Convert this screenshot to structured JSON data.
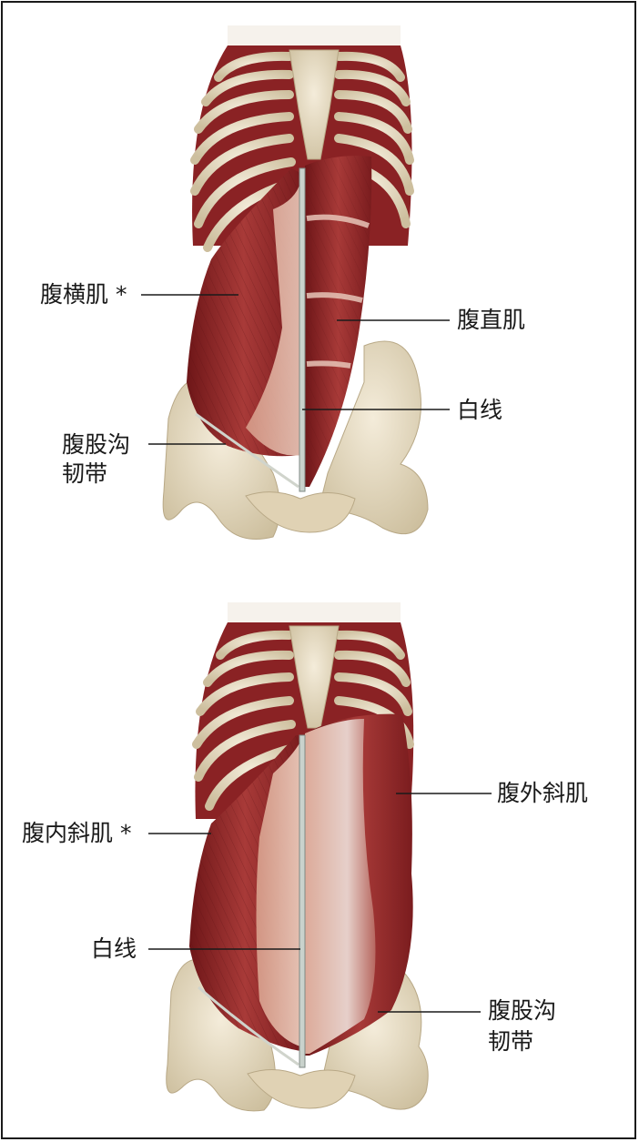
{
  "figures": [
    {
      "id": "top",
      "labels": {
        "transversus": "腹横肌 *",
        "rectus": "腹直肌",
        "linea_alba": "白线",
        "inguinal_1": "腹股沟",
        "inguinal_2": "韧带"
      }
    },
    {
      "id": "bottom",
      "labels": {
        "internal_oblique": "腹内斜肌 *",
        "external_oblique": "腹外斜肌",
        "linea_alba": "白线",
        "inguinal_1": "腹股沟",
        "inguinal_2": "韧带"
      }
    }
  ],
  "colors": {
    "muscle_dark": "#7a1c1e",
    "muscle": "#a83a38",
    "bone": "#e8dcc4",
    "fascia": "#e6bca8",
    "line": "#1a1a1a"
  }
}
